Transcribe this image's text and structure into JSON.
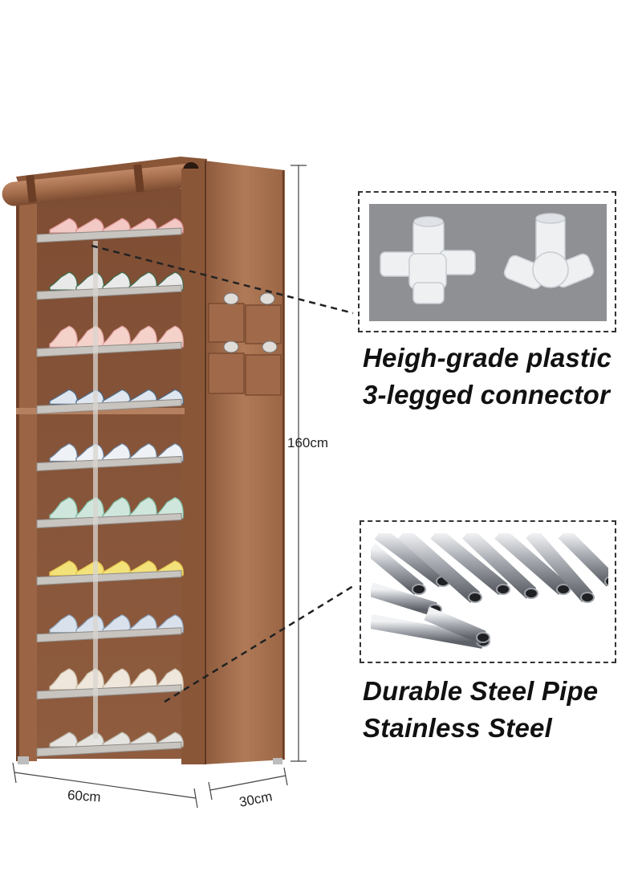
{
  "product": {
    "kind": "shoe-rack",
    "cover_color": "#a9724f",
    "cover_dark": "#7a4a30",
    "shelf_color": "#c8c4bf",
    "shelf_count": 10
  },
  "dimensions": {
    "height": "160cm",
    "width": "60cm",
    "depth": "30cm"
  },
  "callouts": [
    {
      "id": "connector",
      "photo": "plastic-3-legged-connectors",
      "lines": [
        "Heigh-grade plastic",
        "3-legged connector"
      ]
    },
    {
      "id": "steel",
      "photo": "steel-pipes",
      "lines": [
        "Durable Steel Pipe",
        "Stainless Steel"
      ]
    }
  ]
}
